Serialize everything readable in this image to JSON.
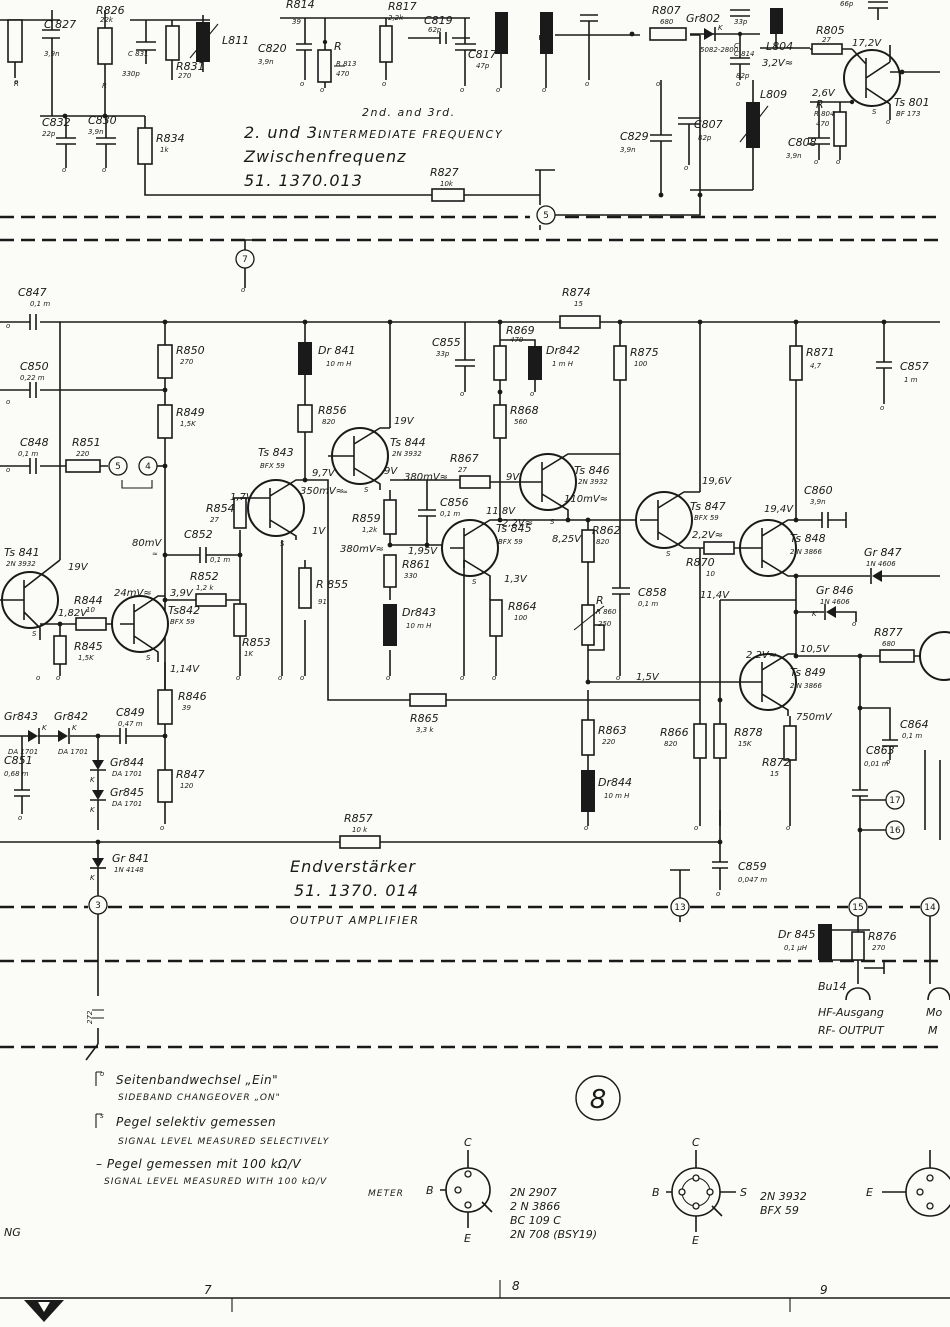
{
  "sections": {
    "if_title_en": "2nd. and 3rd.",
    "if_title_de": "2. und 3.",
    "if_title_en2": "INTERMEDIATE FREQUENCY",
    "if_title_de2": "Zwischenfrequenz",
    "if_part_no": "51. 1370.013",
    "amp_title_de": "Endverstärker",
    "amp_part_no": "51. 1370. 014",
    "amp_title_en": "OUTPUT AMPLIFIER",
    "rf_out_de": "HF-Ausgang",
    "rf_out_en": "RF- OUTPUT",
    "rf_out_clip1": "Mo",
    "rf_out_clip2": "M",
    "page_number": "8",
    "left_clip": "NG"
  },
  "legend": {
    "item1_de": "Seitenbandwechsel „Ein\"",
    "item1_en": "SIDEBAND CHANGEOVER „ON\"",
    "item2_de": "Pegel selektiv gemessen",
    "item2_en": "SIGNAL LEVEL MEASURED SELECTIVELY",
    "item3_de": "– Pegel gemessen mit 100 kΩ/V",
    "item3_en": "SIGNAL LEVEL MEASURED WITH 100 kΩ/V",
    "item3_en2": "METER"
  },
  "pinouts": {
    "p1": {
      "c": "C",
      "b": "B",
      "e": "E",
      "types": [
        "2N 2907",
        "2 N 3866",
        "BC 109 C",
        "2N 708 (BSY19)"
      ]
    },
    "p2": {
      "c": "C",
      "b": "B",
      "s": "S",
      "e": "E",
      "types": [
        "2N 3932",
        "BFX 59"
      ]
    },
    "p3": {
      "b": "E"
    }
  },
  "ruler": {
    "m7": "7",
    "m8": "8",
    "m9": "9"
  },
  "terminals": {
    "t5a": "5",
    "t4": "4",
    "t5": "5",
    "t7": "7",
    "t3": "3",
    "t13": "13",
    "t15": "15",
    "t14": "14",
    "t16": "16",
    "t17": "17"
  },
  "labels": {
    "C827": "C 827",
    "C827v": "3,9n",
    "R826": "R826",
    "R826v": "22k",
    "C831": "C 831",
    "C831v": "330p",
    "R831": "R831",
    "R831v": "270",
    "L811": "L811",
    "C820": "C820",
    "C820v": "3,9n",
    "R814": "R814",
    "R814v": "39",
    "R813": "R 813",
    "R813v": "470",
    "R817": "R817",
    "R817v": "2,2k",
    "C819": "C819",
    "C819v": "62p",
    "C817": "C817",
    "C817v": "47p",
    "R807": "R807",
    "R807v": "680",
    "Gr802": "Gr802",
    "Gr802v": "5082-2800",
    "C814": "C 814",
    "C814v": "82p",
    "C33p": "33p",
    "L804": "L804",
    "R805": "R805",
    "R805v": "27",
    "C66p": "66p",
    "Ts801": "Ts 801",
    "Ts801v": "BF 173",
    "L809": "L809",
    "R804": "R 804",
    "R804v": "470",
    "C808": "C808",
    "C808v": "3,9n",
    "C807": "C807",
    "C807v": "82p",
    "C829": "C829",
    "C829v": "3,9n",
    "C832": "C832",
    "C832v": "22p",
    "C830": "C830",
    "C830v": "3,9n",
    "R834": "R834",
    "R834v": "1k",
    "R827": "R827",
    "R827v": "10k",
    "C847": "C847",
    "C847v": "0,1 m",
    "C850": "C850",
    "C850v": "0,22 m",
    "C848": "C848",
    "C848v": "0,1 m",
    "R851": "R851",
    "R851v": "220",
    "R850": "R850",
    "R850v": "270",
    "R849": "R849",
    "R849v": "1,5K",
    "Ts841": "Ts 841",
    "Ts841v": "2N 3932",
    "R844": "R844",
    "R844v": "10",
    "R845": "R845",
    "R845v": "1,5K",
    "Ts842": "Ts842",
    "Ts842v": "BFX 59",
    "C852": "C852",
    "C852v": "0,1 m",
    "R852": "R852",
    "R852v": "1,2 k",
    "R853": "R853",
    "R853v": "1K",
    "R854": "R854",
    "R854v": "27",
    "Ts843": "Ts 843",
    "Ts843v": "BFX 59",
    "R846": "R846",
    "R846v": "39",
    "R847": "R847",
    "R847v": "120",
    "Gr843": "Gr843",
    "Gr843v": "DA 1701",
    "Gr842": "Gr842",
    "Gr842v": "DA 1701",
    "C849": "C849",
    "C849v": "0,47 m",
    "Gr844": "Gr844",
    "Gr844v": "DA 1701",
    "Gr845": "Gr845",
    "Gr845v": "DA 1701",
    "C851": "C851",
    "C851v": "0,68 m",
    "Gr841": "Gr 841",
    "Gr841v": "1N 4148",
    "Dr841": "Dr 841",
    "Dr841v": "10 m H",
    "R856": "R856",
    "R856v": "820",
    "R855": "R 855",
    "R855v": "91",
    "Ts844": "Ts 844",
    "Ts844v": "2N 3932",
    "R859": "R859",
    "R859v": "1,2k",
    "C856": "C856",
    "C856v": "0,1 m",
    "R861": "R861",
    "R861v": "330",
    "Dr843": "Dr843",
    "Dr843v": "10 m H",
    "C855": "C855",
    "C855v": "33p",
    "R869": "R869",
    "R869v": "470",
    "Dr842": "Dr842",
    "Dr842v": "1 m H",
    "R868": "R868",
    "R868v": "560",
    "R867": "R867",
    "R867v": "27",
    "R874": "R874",
    "R874v": "15",
    "R875": "R875",
    "R875v": "100",
    "Ts846": "Ts 846",
    "Ts846v": "2N 3932",
    "Ts845": "Ts 845",
    "Ts845v": "BFX 59",
    "R864": "R864",
    "R864v": "100",
    "R862": "R862",
    "R862v": "820",
    "R860": "R 860",
    "R860v": "250",
    "C858": "C858",
    "C858v": "0,1 m",
    "R863": "R863",
    "R863v": "220",
    "Dr844": "Dr844",
    "Dr844v": "10 m H",
    "R865": "R865",
    "R865v": "3,3 k",
    "R857": "R857",
    "R857v": "10 k",
    "Ts847": "Ts 847",
    "Ts847v": "BFX 59",
    "R870": "R870",
    "R870v": "10",
    "R871": "R871",
    "R871v": "4,7",
    "C857": "C857",
    "C857v": "1 m",
    "C860": "C860",
    "C860v": "3,9n",
    "Ts848": "Ts 848",
    "Ts848v": "2 N 3866",
    "Gr847b": "Gr 847",
    "Gr847bv": "1N 4606",
    "Gr846": "Gr 846",
    "Gr846v": "1N 4606",
    "R877": "R877",
    "R877v": "680",
    "Ts849": "Ts 849",
    "Ts849v": "2 N 3866",
    "R866": "R866",
    "R866v": "820",
    "R878": "R878",
    "R878v": "15K",
    "R872": "R872",
    "R872v": "15",
    "C864": "C864",
    "C864v": "0,1 m",
    "C863": "C863",
    "C863v": "0,01 m",
    "C859": "C859",
    "C859v": "0,047 m",
    "Dr845": "Dr 845",
    "Dr845v": "0,1 µH",
    "R876": "R876",
    "R876v": "270",
    "Bu14": "Bu14",
    "S272": "272"
  },
  "voltages": {
    "v1": "19V",
    "v2": "1,82V",
    "v3": "24mV≈",
    "v4": "80mV",
    "v5": "3,9V",
    "v6": "1,14V",
    "v7": "1,7V",
    "v8": "9,7V",
    "v9": "350mV≈",
    "v10": "1V",
    "v11": "19V",
    "v12": "9V",
    "v13": "380mV≈",
    "v14": "9V",
    "v15": "380mV≈",
    "v16": "1,95V",
    "v17": "11,8V",
    "v18": "2,2V≈",
    "v19": "1,3V",
    "v20": "110mV≈",
    "v21": "8,25V",
    "v22": "19,6V",
    "v23": "2,2V≈",
    "v24": "11,4V",
    "v25": "19,4V",
    "v26": "1,5V",
    "v27": "2,2V≈",
    "v28": "10,5V",
    "v29": "750mV",
    "v30": "17,2V",
    "v31": "2,6V",
    "v32": "3,2V≈"
  },
  "marks": {
    "k": "K",
    "s": "S",
    "c": "C",
    "r": "R",
    "a": "≈"
  }
}
